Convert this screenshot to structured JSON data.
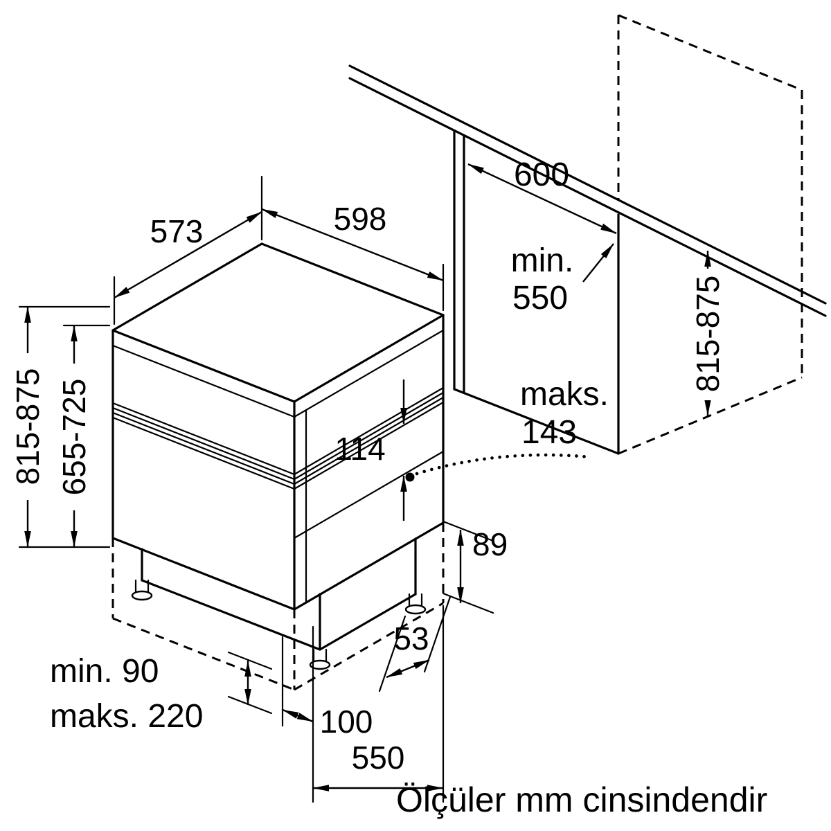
{
  "meta": {
    "background": "#ffffff",
    "line_color": "#000000"
  },
  "caption": "Ölçüler mm cinsindendir",
  "appliance": {
    "top_depth": "573",
    "top_width": "598",
    "height_overall": "815-875",
    "height_inner": "655-725",
    "panel_height": "114",
    "rear_gap": "89",
    "foot_offset": "53",
    "plinth_recess": "100",
    "bottom_depth": "550",
    "plinth_min": "min. 90",
    "plinth_max": "maks. 220"
  },
  "niche": {
    "depth": "600",
    "min_label": "min.",
    "min_value": "550",
    "height": "815-875",
    "door_max_label": "maks.",
    "door_max_value": "143"
  }
}
